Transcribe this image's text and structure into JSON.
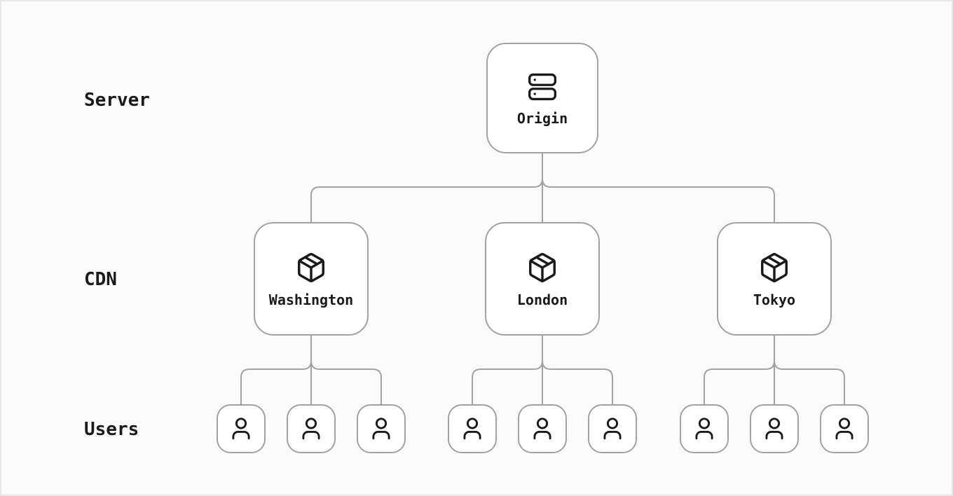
{
  "colors": {
    "page-bg": "#fafafa",
    "page-border": "#e8e8e8",
    "node-bg": "#ffffff",
    "node-border": "#a2a2a2",
    "connector": "#a2a2a2",
    "text": "#1a1a1a"
  },
  "diagram": {
    "row_labels": [
      {
        "id": "server",
        "label": "Server"
      },
      {
        "id": "cdn",
        "label": "CDN"
      },
      {
        "id": "users",
        "label": "Users"
      }
    ],
    "origin": {
      "label": "Origin",
      "icon": "server-icon"
    },
    "cdn_nodes": [
      {
        "label": "Washington",
        "icon": "package-icon"
      },
      {
        "label": "London",
        "icon": "package-icon"
      },
      {
        "label": "Tokyo",
        "icon": "package-icon"
      }
    ],
    "user_groups": [
      {
        "cdn": "Washington",
        "user_count": 3,
        "icon": "user-icon"
      },
      {
        "cdn": "London",
        "user_count": 3,
        "icon": "user-icon"
      },
      {
        "cdn": "Tokyo",
        "user_count": 3,
        "icon": "user-icon"
      }
    ]
  }
}
